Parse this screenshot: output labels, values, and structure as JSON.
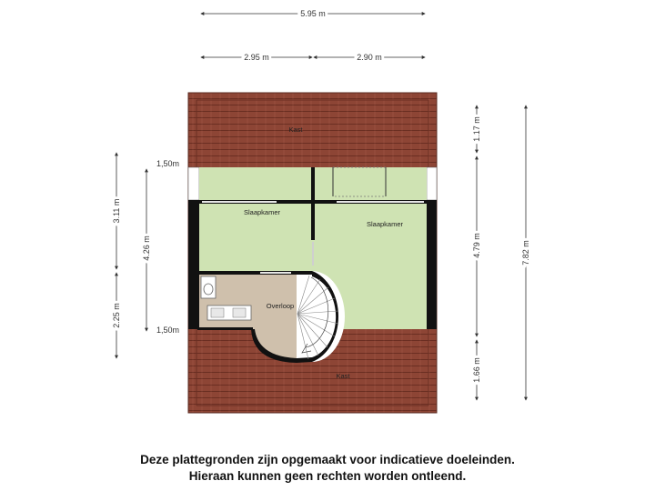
{
  "dimensions": {
    "total_width": "5.95 m",
    "left_width": "2.95 m",
    "right_width": "2.90 m",
    "left_height_1": "3.11 m",
    "left_height_2": "2.25 m",
    "left_height_total": "4.26 m",
    "eave_height_top": "1,50m",
    "eave_height_bottom": "1,50m",
    "right_height_1": "1.17 m",
    "right_height_2": "4.79 m",
    "right_height_3": "1.66 m",
    "right_height_total": "7.82 m"
  },
  "rooms": {
    "kast_top": "Kast",
    "slaapkamer_left": "Slaapkamer",
    "slaapkamer_right": "Slaapkamer",
    "overloop": "Overloop",
    "kast_bottom": "Kast"
  },
  "disclaimer": {
    "line1": "Deze plattegronden zijn opgemaakt voor indicatieve doeleinden.",
    "line2": "Hieraan kunnen geen rechten worden ontleend."
  },
  "colors": {
    "roof": "#8b4434",
    "room_green": "#cfe3b3",
    "landing": "#cfc0ac",
    "wall": "#111111"
  }
}
